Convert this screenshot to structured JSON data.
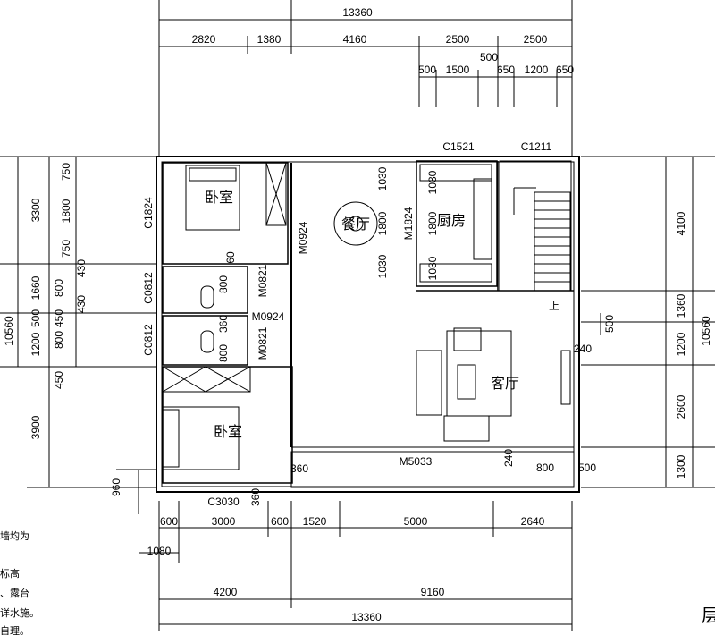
{
  "top_dims": {
    "total": "13360",
    "segments": [
      "2820",
      "1380",
      "4160",
      "2500",
      "2500"
    ],
    "sub_a": [
      "500",
      "1500",
      "500"
    ],
    "sub_b": [
      "650",
      "1200",
      "650"
    ]
  },
  "left_dims": {
    "outer": "10560",
    "inner": [
      "3300",
      "1660",
      "500",
      "1200",
      "3900",
      "960"
    ],
    "detail": [
      "750",
      "1800",
      "750",
      "430",
      "800",
      "430",
      "450",
      "800",
      "450"
    ]
  },
  "right_dims": {
    "outer": "10560",
    "inner": [
      "4100",
      "1360",
      "1200",
      "2600",
      "1300"
    ],
    "small": [
      "500",
      "240"
    ]
  },
  "bottom_dims": {
    "row1": [
      "600",
      "3000",
      "600",
      "1520",
      "5000",
      "2640"
    ],
    "offset": "1080",
    "row2": [
      "4200",
      "9160"
    ],
    "total": "13360"
  },
  "rooms": {
    "bedroom_top": "卧室",
    "bedroom_bottom": "卧室",
    "dining": "餐厅",
    "kitchen": "厨房",
    "living": "客厅"
  },
  "codes": {
    "c1824": "C1824",
    "c0812_a": "C0812",
    "c0812_b": "C0812",
    "c1521": "C1521",
    "c1211": "C1211",
    "c3030": "C3030",
    "m0924_a": "M0924",
    "m0924_b": "M0924",
    "m0821_a": "M0821",
    "m0821_b": "M0821",
    "m1824": "M1824",
    "m5033": "M5033"
  },
  "inner_dims": {
    "dining_v": [
      "1030",
      "1800",
      "1030"
    ],
    "kitchen_v": [
      "1030",
      "1800",
      "1030"
    ],
    "bath": [
      "800",
      "360",
      "800",
      "60"
    ],
    "porch": [
      "360",
      "800",
      "500",
      "240",
      "360"
    ],
    "stair_up": "上"
  },
  "notes": [
    "墙均为",
    "标高",
    "、露台",
    "详水施。",
    "自理。"
  ],
  "corner_glyph": "层"
}
